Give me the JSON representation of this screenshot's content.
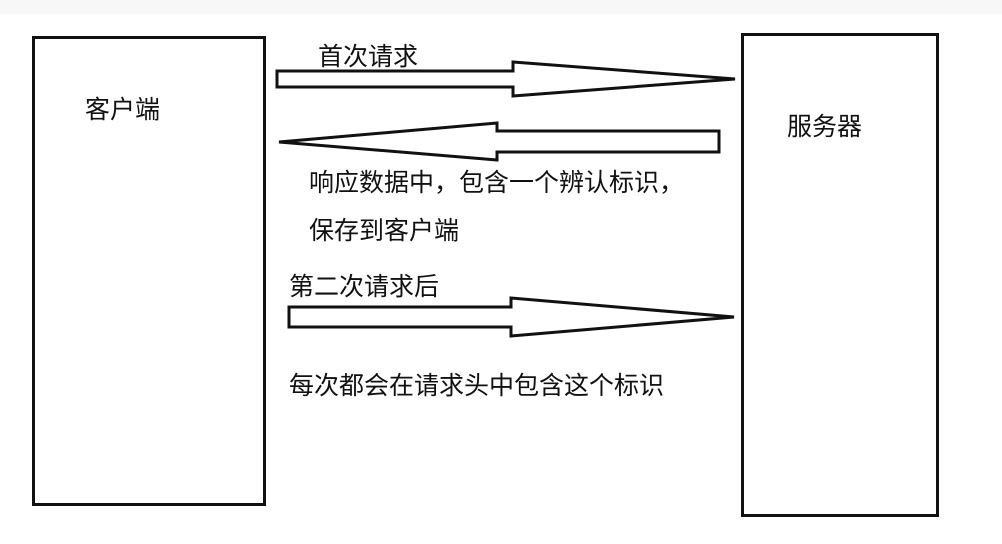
{
  "client": {
    "label": "客户端"
  },
  "server": {
    "label": "服务器"
  },
  "arrows": {
    "first_request": {
      "label": "首次请求",
      "direction": "client-to-server"
    },
    "response": {
      "label_line1": "响应数据中，包含一个辨认标识，",
      "label_line2": "保存到客户端",
      "direction": "server-to-client"
    },
    "second_request": {
      "label": "第二次请求后",
      "direction": "client-to-server"
    }
  },
  "note": {
    "text": "每次都会在请求头中包含这个标识"
  },
  "colors": {
    "stroke": "#111111",
    "background": "#ffffff"
  }
}
